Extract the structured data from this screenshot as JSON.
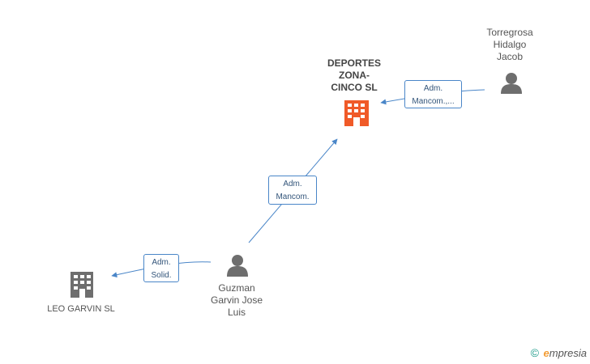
{
  "nodes": {
    "deportes": {
      "lines": [
        "DEPORTES",
        "ZONA-",
        "CINCO SL"
      ],
      "type": "company",
      "color": "#f05a28"
    },
    "torregrosa": {
      "lines": [
        "Torregrosa",
        "Hidalgo",
        "Jacob"
      ],
      "type": "person",
      "color": "#6e6e6e"
    },
    "guzman": {
      "lines": [
        "Guzman",
        "Garvin Jose",
        "Luis"
      ],
      "type": "person",
      "color": "#6e6e6e"
    },
    "leo": {
      "lines": [
        "LEO GARVIN SL"
      ],
      "type": "company",
      "color": "#6e6e6e"
    }
  },
  "edges": {
    "torregrosa_deportes": {
      "lines": [
        "Adm.",
        "Mancom.,..."
      ]
    },
    "guzman_deportes": {
      "lines": [
        "Adm.",
        "Mancom."
      ]
    },
    "guzman_leo": {
      "lines": [
        "Adm.",
        "Solid."
      ]
    }
  },
  "colors": {
    "edge": "#4a86c8",
    "main_company": "#f05a28",
    "entity": "#6e6e6e",
    "brand_accent": "#f39c34",
    "brand_copyright": "#1e9b8a"
  },
  "brand": {
    "copyright": "©",
    "initial": "e",
    "rest": "mpresia"
  }
}
